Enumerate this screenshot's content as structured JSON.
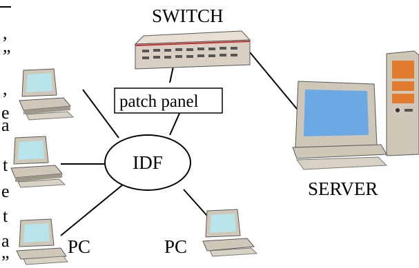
{
  "labels": {
    "switch": "SWITCH",
    "patch_panel": "patch panel",
    "idf": "IDF",
    "server": "SERVER",
    "pc_left": "PC",
    "pc_right": "PC"
  },
  "cropped_text": [
    ",",
    "”",
    ",",
    "e",
    "a",
    "t",
    "e",
    "t",
    "a",
    "”"
  ],
  "colors": {
    "line": "#000000",
    "switch_body": "#d9cfc2",
    "switch_top": "#e8ded2",
    "switch_accent": "#c03030",
    "computer_beige": "#cfc8b8",
    "screen_blue": "#6aa8e6",
    "screen_cyan": "#b8e4ec",
    "server_orange": "#e07a2e"
  }
}
